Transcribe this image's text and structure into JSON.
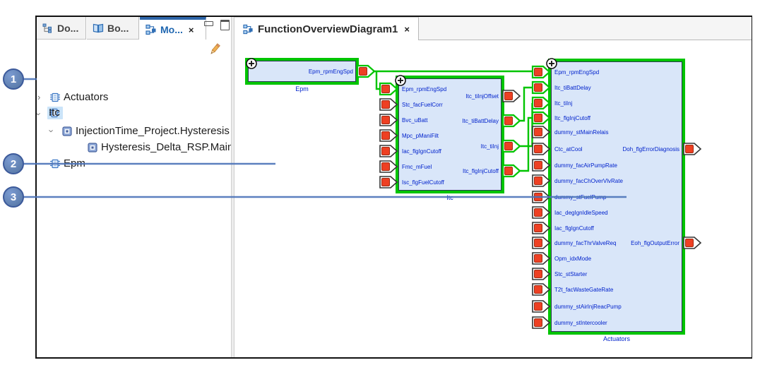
{
  "colors": {
    "block_border_green": "#00c400",
    "block_fill": "#d9e6f9",
    "port_marker_red": "#ee4023",
    "diagram_text_blue": "#0022cc",
    "active_tab_blue": "#2e65a8",
    "callout_blue": "#4a72b8",
    "tree_selection": "#cbe4f9"
  },
  "callouts": [
    {
      "number": "1"
    },
    {
      "number": "2"
    },
    {
      "number": "3"
    }
  ],
  "sidebar": {
    "tabs": [
      {
        "label": "Do...",
        "icon": "outline-tree-icon",
        "active": false
      },
      {
        "label": "Bo...",
        "icon": "book-icon",
        "active": false
      },
      {
        "label": "Mo...",
        "icon": "model-diagram-icon",
        "active": true,
        "close_glyph": "×"
      }
    ],
    "window_buttons": [
      "minimize",
      "maximize"
    ],
    "toolbar": {
      "edit_icon": "pencil-icon"
    },
    "tree": [
      {
        "label": "Actuators",
        "type": "module",
        "expander": "collapsed",
        "depth": 0,
        "selected": false
      },
      {
        "label": "Itc",
        "type": "module",
        "expander": "expanded",
        "depth": 0,
        "selected": true
      },
      {
        "label": "InjectionTime_Project.Hysteresis",
        "type": "component",
        "expander": "expanded",
        "depth": 1,
        "selected": false
      },
      {
        "label": "Hysteresis_Delta_RSP.Main",
        "type": "component",
        "expander": "none",
        "depth": 2,
        "selected": false
      },
      {
        "label": "Epm",
        "type": "module",
        "expander": "none",
        "depth": 0,
        "selected": false
      }
    ]
  },
  "editor": {
    "tab": {
      "label": "FunctionOverviewDiagram1",
      "icon": "model-diagram-icon",
      "close_glyph": "×"
    },
    "diagram": {
      "blocks": [
        {
          "caption": "Epm",
          "inputs": [],
          "outputs": [
            {
              "label": "Epm_rpmEngSpd",
              "connected": true
            }
          ]
        },
        {
          "caption": "Itc",
          "inputs": [
            {
              "label": "Epm_rpmEngSpd",
              "connected": true
            },
            {
              "label": "Stc_facFuelCorr",
              "connected": false
            },
            {
              "label": "Bvc_uBatt",
              "connected": false
            },
            {
              "label": "Mpc_pManiFilt",
              "connected": false
            },
            {
              "label": "Iac_flgIgnCutoff",
              "connected": false
            },
            {
              "label": "Fmc_mFuel",
              "connected": false
            },
            {
              "label": "Isc_flgFuelCutoff",
              "connected": false
            }
          ],
          "outputs": [
            {
              "label": "Itc_tiInjOffset",
              "connected": false
            },
            {
              "label": "Itc_tiBattDelay",
              "connected": true
            },
            {
              "label": "Itc_tiInj",
              "connected": true
            },
            {
              "label": "Itc_flgInjCutoff",
              "connected": true
            }
          ]
        },
        {
          "caption": "Actuators",
          "inputs": [
            {
              "label": "Epm_rpmEngSpd",
              "connected": true
            },
            {
              "label": "Itc_tiBattDelay",
              "connected": true
            },
            {
              "label": "Itc_tiInj",
              "connected": true
            },
            {
              "label": "Itc_flgInjCutoff",
              "connected": true
            },
            {
              "label": "dummy_stMainRelais",
              "connected": false
            },
            {
              "label": "Ctc_atCool",
              "connected": false
            },
            {
              "label": "dummy_facAirPumpRate",
              "connected": false
            },
            {
              "label": "dummy_facChOverVlvRate",
              "connected": false
            },
            {
              "label": "dummy_stFuelPump",
              "connected": false
            },
            {
              "label": "Iac_degIgnIdleSpeed",
              "connected": false
            },
            {
              "label": "Iac_flgIgnCutoff",
              "connected": false
            },
            {
              "label": "dummy_facThrValveReq",
              "connected": false
            },
            {
              "label": "Opm_idxMode",
              "connected": false
            },
            {
              "label": "Stc_stStarter",
              "connected": false
            },
            {
              "label": "T2t_facWasteGateRate",
              "connected": false
            },
            {
              "label": "dummy_stAirInjReacPump",
              "connected": false
            },
            {
              "label": "dummy_stIntercooler",
              "connected": false
            }
          ],
          "outputs": [
            {
              "label": "Doh_flgErrorDiagnosis",
              "connected": false
            },
            {
              "label": "Eoh_flgOutputError",
              "connected": false
            }
          ]
        }
      ]
    }
  }
}
